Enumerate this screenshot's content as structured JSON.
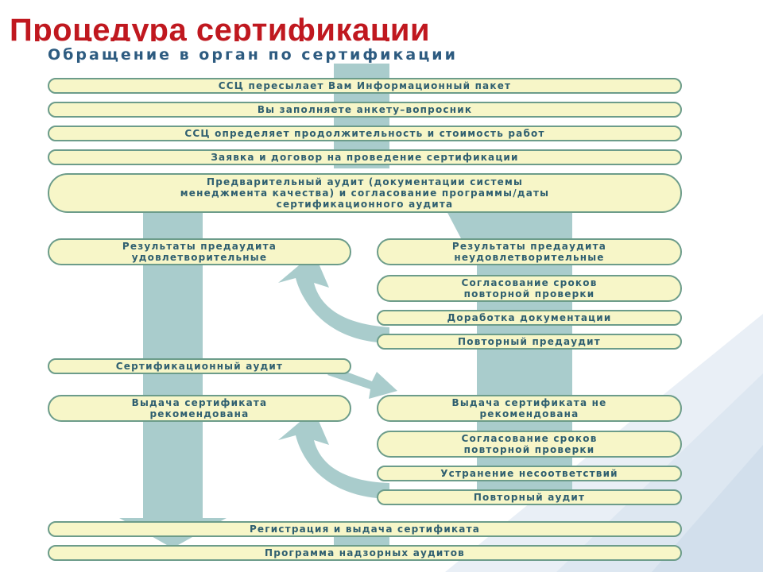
{
  "slide": {
    "title": "Процедура сертификации"
  },
  "diagram": {
    "header": "Обращение в орган по сертификации",
    "steps": {
      "s1": "ССЦ пересылает Вам Информационный пакет",
      "s2": "Вы заполняете анкету–вопросник",
      "s3": "ССЦ определяет продолжительность и стоимость работ",
      "s4": "Заявка и договор на проведение сертификации",
      "s5": "Предварительный аудит (документации системы\nменеджмента качества) и согласование программы/даты\nсертификационного аудита",
      "pre_ok": "Результаты предаудита\nудовлетворительные",
      "pre_fail": "Результаты предаудита\nнеудовлетворительные",
      "agree1": "Согласование сроков\nповторной проверки",
      "fix_docs": "Доработка документации",
      "re_preaudit": "Повторный предаудит",
      "cert_audit": "Сертификационный аудит",
      "issue_ok": "Выдача сертификата\nрекомендована",
      "issue_fail": "Выдача сертификата не\nрекомендована",
      "agree2": "Согласование сроков\nповторной проверки",
      "fix_nc": "Устранение несоответствий",
      "re_audit": "Повторный аудит",
      "register": "Регистрация и выдача сертификата",
      "surveillance": "Программа надзорных аудитов"
    },
    "colors": {
      "pill_fill": "#f7f6c8",
      "pill_border": "#6c9c8a",
      "pill_text": "#2f5f70",
      "arrow": "#a9cccc",
      "header_text": "#2d5b80",
      "title_red": "#c0181f"
    }
  }
}
